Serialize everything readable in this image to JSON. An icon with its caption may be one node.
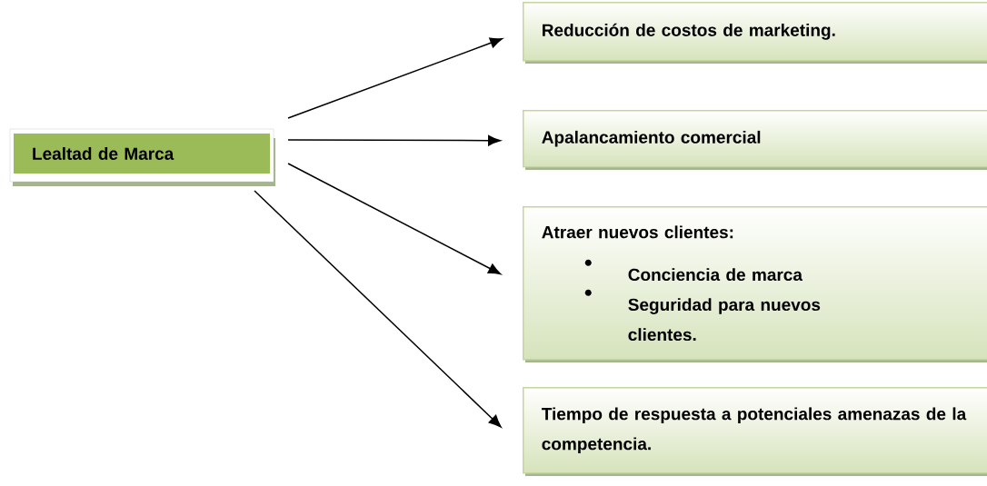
{
  "diagram": {
    "nodes": [
      {
        "text": [
          "Lealtad de Marca"
        ]
      },
      {
        "text": [
          "Reducción de costos de marketing."
        ]
      },
      {
        "text": [
          "Apalancamiento comercial"
        ]
      },
      {
        "text": [
          "Atraer nuevos clientes:",
          "Conciencia de marca",
          "Seguridad para nuevos clientes."
        ]
      },
      {
        "text": [
          "Tiempo de respuesta a potenciales amenazas de la competencia."
        ]
      }
    ],
    "edges": [
      {
        "from": 0,
        "to": 1,
        "arrow": "to"
      },
      {
        "from": 0,
        "to": 2,
        "arrow": "to"
      },
      {
        "from": 0,
        "to": 3,
        "arrow": "to"
      },
      {
        "from": 0,
        "to": 4,
        "arrow": "to"
      }
    ]
  }
}
